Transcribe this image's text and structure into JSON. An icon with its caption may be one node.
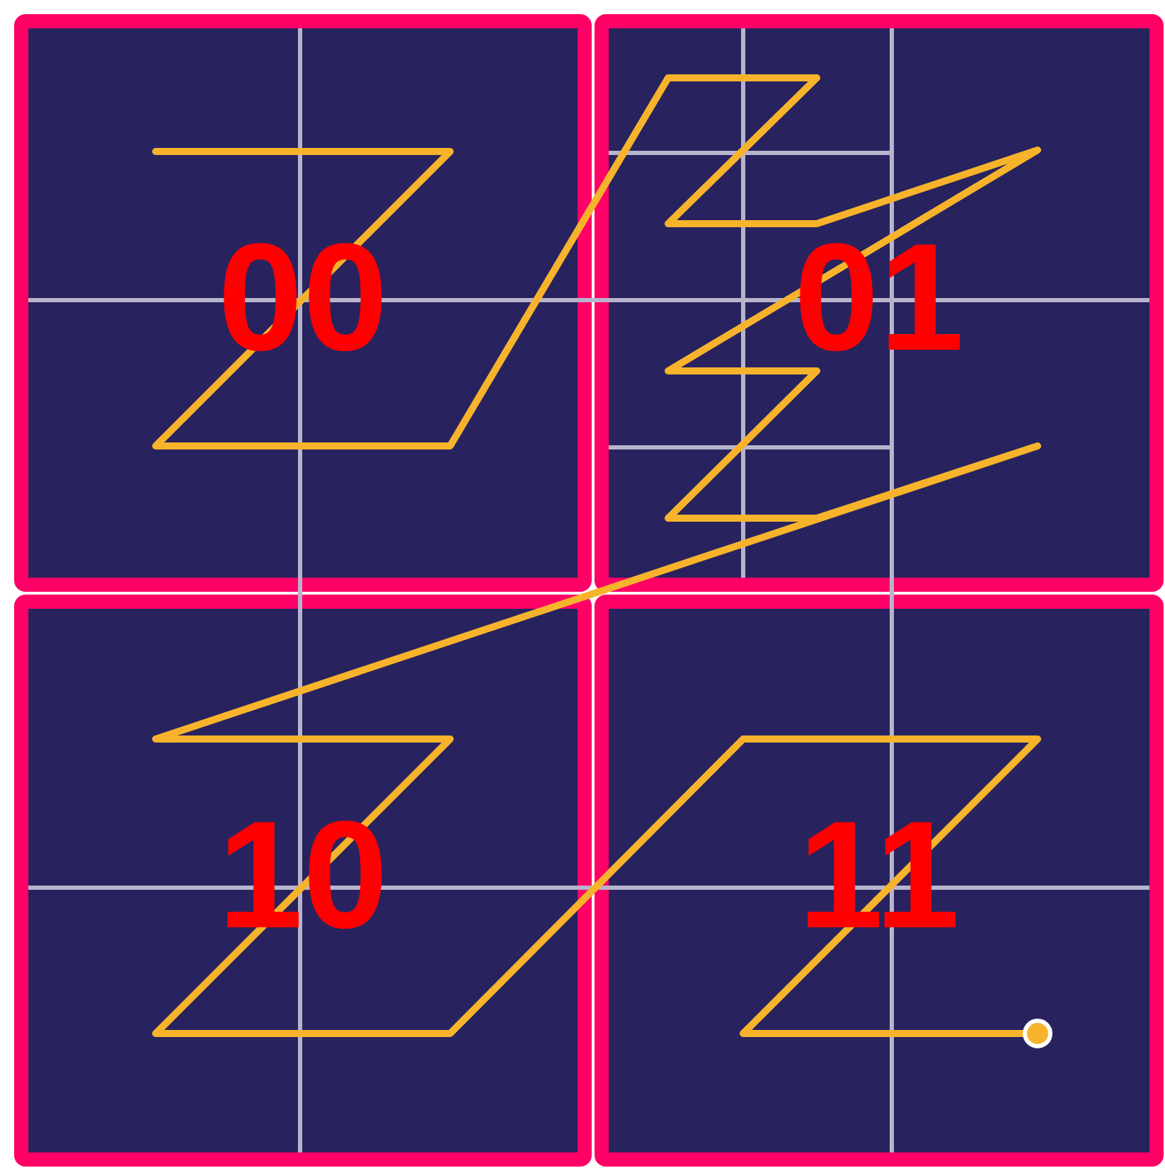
{
  "diagram": {
    "nodes": [
      {
        "text": [
          "00"
        ]
      },
      {
        "text": [
          "01"
        ]
      },
      {
        "text": [
          "10"
        ]
      },
      {
        "text": [
          "11"
        ]
      }
    ]
  }
}
